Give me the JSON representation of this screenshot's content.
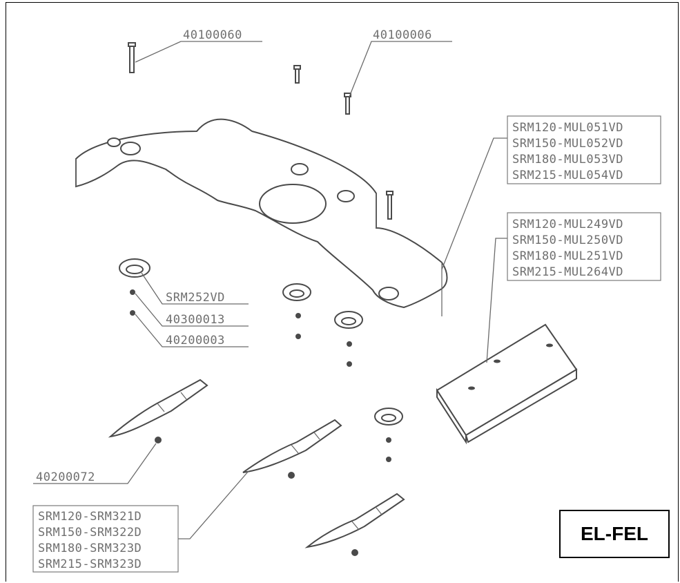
{
  "callouts": {
    "screw_top_left": "40100060",
    "screw_top_right": "40100006",
    "washer_cup": "SRM252VD",
    "nut_small": "40300013",
    "washer_small": "40200003",
    "blade_nut": "40200072"
  },
  "plate_codes": [
    "SRM120-MUL051VD",
    "SRM150-MUL052VD",
    "SRM180-MUL053VD",
    "SRM215-MUL054VD"
  ],
  "bracket_codes": [
    "SRM120-MUL249VD",
    "SRM150-MUL250VD",
    "SRM180-MUL251VD",
    "SRM215-MUL264VD"
  ],
  "blade_codes": [
    "SRM120-SRM321D",
    "SRM150-SRM322D",
    "SRM180-SRM323D",
    "SRM215-SRM323D"
  ],
  "badge": "EL-FEL"
}
